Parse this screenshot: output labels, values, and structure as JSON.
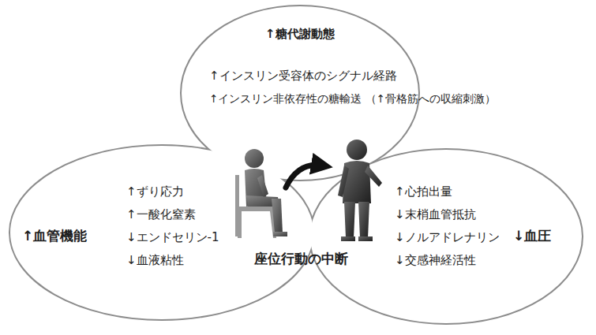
{
  "diagram": {
    "nodes": [
      {
        "text": [
          "↑糖代謝動態",
          "↑インスリン受容体のシグナル経路",
          "↑インスリン非依存性の糖輸送 （↑骨格筋への収縮刺激）"
        ]
      },
      {
        "text": [
          "↑血管機能",
          "↑ずり応力",
          "↑一酸化窒素",
          "↓エンドセリン-1",
          "↓血液粘性"
        ]
      },
      {
        "text": [
          "↓血圧",
          "↑心拍出量",
          "↓末梢血管抵抗",
          "↓ノルアドレナリン",
          "↓交感神経活性"
        ]
      }
    ],
    "edges": [],
    "labels": [
      "座位行動の中断"
    ]
  }
}
